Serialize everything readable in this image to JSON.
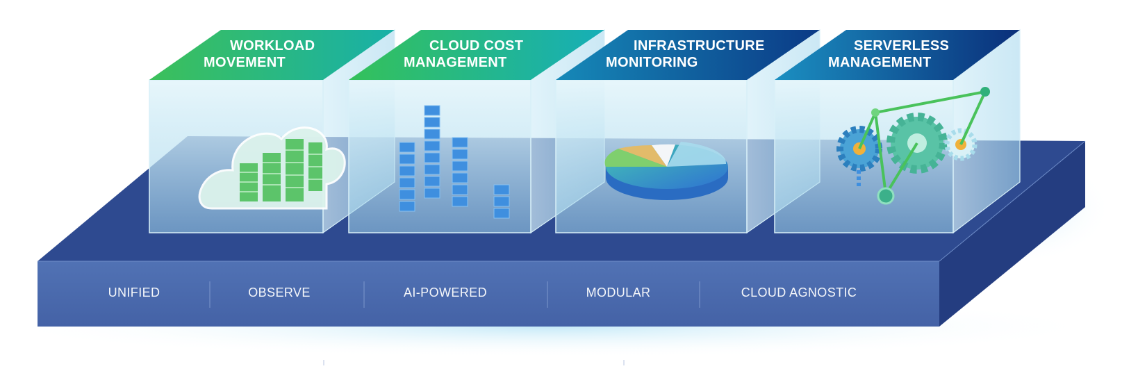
{
  "modules": [
    {
      "line1": "WORKLOAD",
      "line2": "MOVEMENT",
      "icon": "cloud-servers-icon"
    },
    {
      "line1": "CLOUD COST",
      "line2": "MANAGEMENT",
      "icon": "stacked-blocks-icon"
    },
    {
      "line1": "INFRASTRUCTURE",
      "line2": "MONITORING",
      "icon": "pie-chart-icon"
    },
    {
      "line1": "SERVERLESS",
      "line2": "MANAGEMENT",
      "icon": "gears-network-icon"
    }
  ],
  "features": [
    "UNIFIED",
    "OBSERVE",
    "AI-POWERED",
    "MODULAR",
    "CLOUD AGNOSTIC"
  ],
  "colors": {
    "platform_top": "#2f4a8f",
    "platform_front": "#4a6aae",
    "platform_side": "#22397a",
    "header_green": "#3cbe5c",
    "header_teal": "#17a7b9",
    "header_blue": "#0d3f8c",
    "glass": "#c8e8f4",
    "chart_blue": "#2f7fd4",
    "gear_teal": "#49b3c7"
  }
}
